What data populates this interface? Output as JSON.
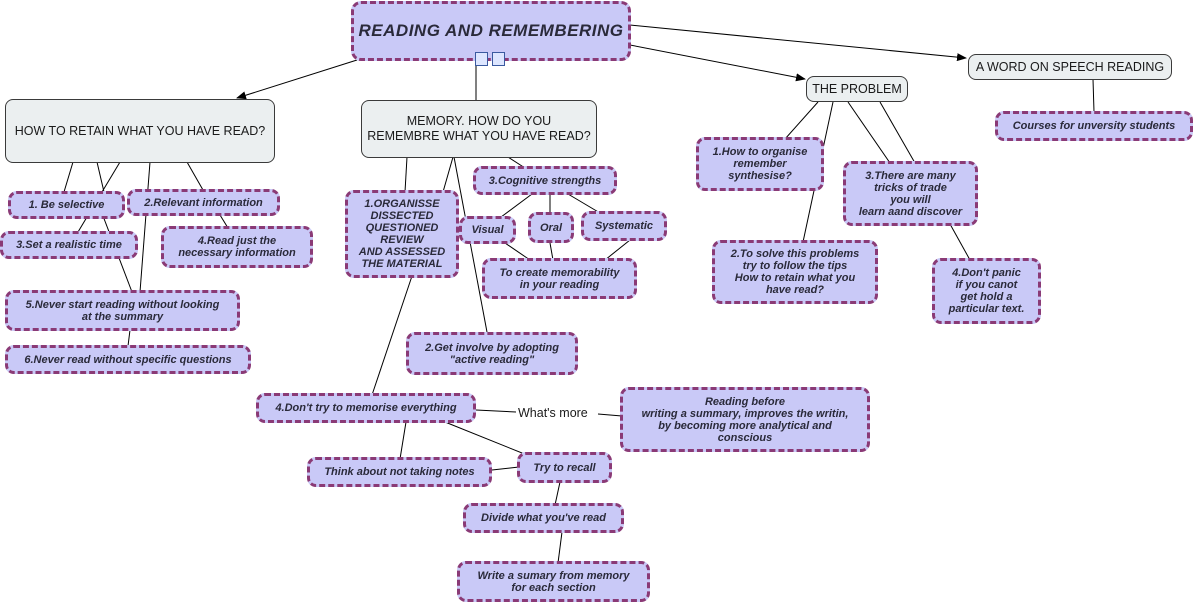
{
  "central": {
    "title": "READING AND REMEMBERING"
  },
  "icons": {
    "image_icon": "image-icon",
    "notes_icon": "notes-icon"
  },
  "branches": {
    "retain": {
      "title": "HOW TO RETAIN WHAT YOU HAVE READ?",
      "items": [
        "1. Be selective",
        "2.Relevant information",
        "3.Set a realistic time",
        "4.Read just the\nnecessary information",
        "5.Never start reading without looking\nat the summary",
        "6.Never read without specific questions"
      ]
    },
    "memory": {
      "title": "MEMORY. HOW DO YOU\nREMEMBRE WHAT YOU HAVE READ?",
      "organise": "1.ORGANISSE\nDISSECTED\nQUESTIONED\nREVIEW\nAND ASSESSED\nTHE MATERIAL",
      "cognitive": "3.Cognitive strengths",
      "visual": "Visual",
      "oral": "Oral",
      "systematic": "Systematic",
      "memorability": "To create memorability\nin your reading",
      "active_reading": "2.Get involve by adopting\n\"active reading\"",
      "dont_memorise": "4.Don't try to memorise everything",
      "whats_more": "What's more",
      "reading_before": "Reading before\nwriting a summary, improves the writin,\nby becoming more analytical and\nconscious",
      "not_taking_notes": "Think about not taking notes",
      "try_recall": "Try to recall",
      "divide": "Divide what you've read",
      "write_summary": "Write a sumary from memory\nfor each section"
    },
    "problem": {
      "title": "THE PROBLEM",
      "item1": "1.How to organise\nremember\nsynthesise?",
      "item2": "2.To solve this problems\ntry to follow the tips\nHow to retain what you\nhave read?",
      "item3": "3.There are many\ntricks of trade\nyou will\nlearn aand discover",
      "item4": "4.Don't panic\nif you canot\nget hold a\nparticular text."
    },
    "speech": {
      "title": "A WORD ON SPEECH READING",
      "item1": "Courses for unversity students"
    }
  },
  "colors": {
    "topic_fill": "#c9c9f7",
    "topic_border": "#8a3a76",
    "main_fill": "#ebeff0",
    "line": "#000000"
  }
}
